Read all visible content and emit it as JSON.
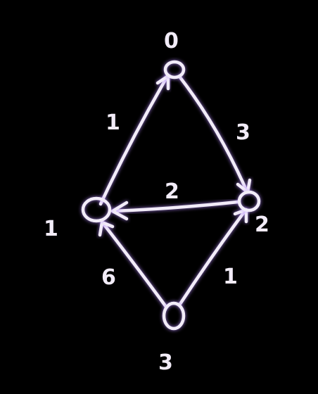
{
  "colors": {
    "background": "#000000",
    "ink": "#f2ecf8",
    "glow": "#b78cff"
  },
  "graph": {
    "nodes": [
      {
        "id": "0",
        "label": "0"
      },
      {
        "id": "1",
        "label": "1"
      },
      {
        "id": "2",
        "label": "2"
      },
      {
        "id": "3",
        "label": "3"
      }
    ],
    "edges": [
      {
        "from": "1",
        "to": "0",
        "weight": "1"
      },
      {
        "from": "0",
        "to": "2",
        "weight": "3"
      },
      {
        "from": "2",
        "to": "1",
        "weight": "2"
      },
      {
        "from": "3",
        "to": "1",
        "weight": "6"
      },
      {
        "from": "3",
        "to": "2",
        "weight": "1"
      }
    ]
  }
}
